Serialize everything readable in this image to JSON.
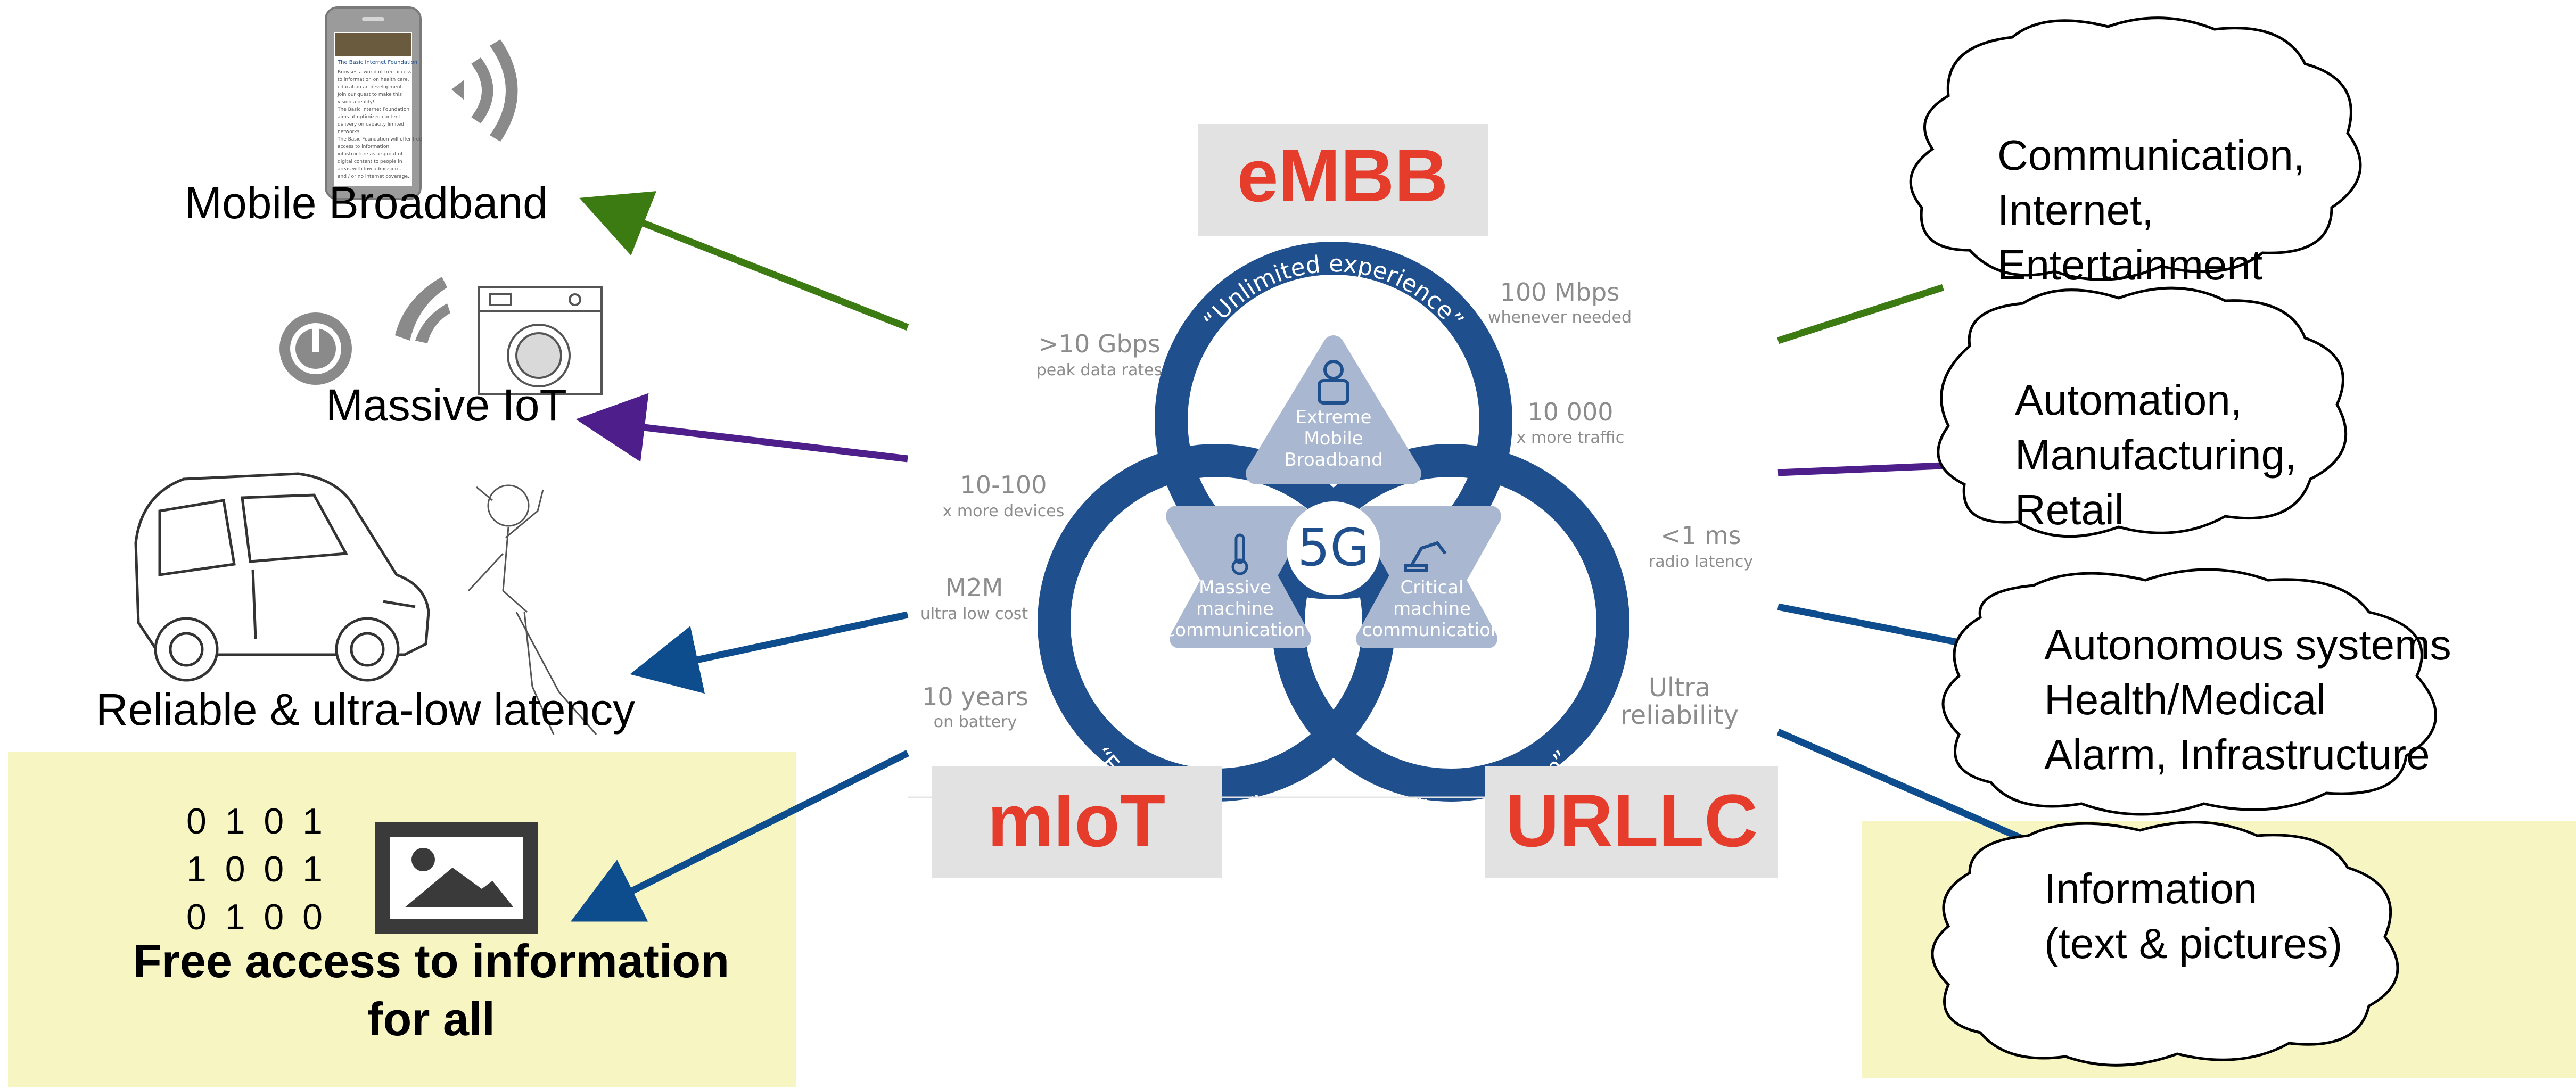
{
  "colors": {
    "green": "#3c7a12",
    "purple": "#4e1f8b",
    "blue": "#0e4d8d",
    "red": "#e53c2b",
    "ring": "#1f4f8c",
    "triangle": "#a9b8d0",
    "yellow_panel": "#f7f6c2"
  },
  "left": {
    "mobile_broadband": "Mobile Broadband",
    "massive_iot": "Massive IoT",
    "reliable_latency": "Reliable & ultra-low latency",
    "binary": [
      "0 1 0 1",
      "1 0 0 1",
      "0 1 0 0"
    ],
    "free_access_line1": "Free access to information",
    "free_access_line2": "for all"
  },
  "phone_screen": {
    "title": "The Basic Internet Foundation",
    "lines": [
      "Browses a world of free access",
      "to information on health care,",
      "education an development.",
      "Join our quest to make this",
      "vision a reality!",
      "The Basic Internet Foundation",
      "aims at optimized content",
      "delivery on capacity limited",
      "networks.",
      "The Basic Foundation will offer free",
      "access to information",
      "infostructure as a sprout of",
      "digital content to people in",
      "areas with low admission -",
      "and / or no internet coverage."
    ]
  },
  "center": {
    "embb": "eMBB",
    "miot": "mIoT",
    "urllc": "URLLC",
    "core": "5G",
    "arc_top": "“Unlimited experience”",
    "arc_left": "“For everything”",
    "arc_right": "“Instant action”",
    "tri_top": [
      "Extreme",
      "Mobile",
      "Broadband"
    ],
    "tri_left": [
      "Massive",
      "machine",
      "communication"
    ],
    "tri_right": [
      "Critical",
      "machine",
      "communication"
    ],
    "stats": {
      "peak_big": ">10 Gbps",
      "peak_small": "peak data rates",
      "mbps_big": "100 Mbps",
      "mbps_small": "whenever needed",
      "devices_big": "10-100",
      "devices_small": "x more devices",
      "traffic_big": "10 000",
      "traffic_small": "x more traffic",
      "m2m_big": "M2M",
      "m2m_small": "ultra low cost",
      "latency_big": "<1 ms",
      "latency_small": "radio latency",
      "battery_big": "10 years",
      "battery_small": "on battery",
      "ultra_big1": "Ultra",
      "ultra_big2": "reliability"
    }
  },
  "clouds": [
    "Communication,\nInternet,\nEntertainment",
    "Automation,\nManufacturing,\nRetail",
    "Autonomous systems\nHealth/Medical\nAlarm, Infrastructure",
    "Information\n(text & pictures)"
  ]
}
